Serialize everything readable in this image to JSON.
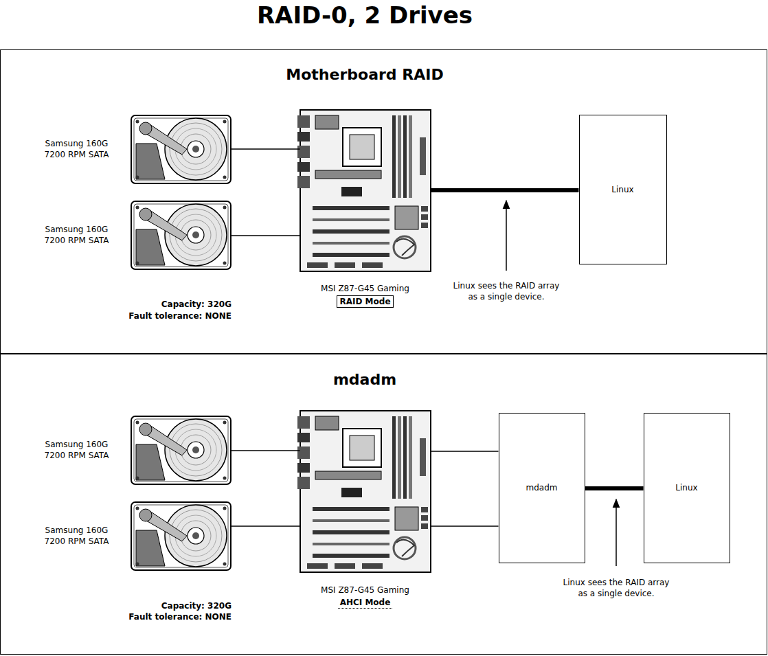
{
  "diagram": {
    "title": "RAID-0, 2 Drives",
    "nodes": [
      {
        "text": [
          "Motherboard RAID"
        ]
      },
      {
        "text": [
          "Samsung 160G 7200 RPM SATA"
        ],
        "in": 0
      },
      {
        "text": [
          "Samsung 160G 7200 RPM SATA"
        ],
        "in": 0
      },
      {
        "text": [
          "MSI Z87-G45 Gaming",
          "RAID Mode"
        ],
        "in": 0
      },
      {
        "text": [
          "Linux"
        ],
        "in": 0
      },
      {
        "text": [
          "mdadm"
        ]
      },
      {
        "text": [
          "Samsung 160G 7200 RPM SATA"
        ],
        "in": 5
      },
      {
        "text": [
          "Samsung 160G 7200 RPM SATA"
        ],
        "in": 5
      },
      {
        "text": [
          "MSI Z87-G45 Gaming",
          "AHCI Mode"
        ],
        "in": 5
      },
      {
        "text": [
          "mdadm"
        ],
        "in": 5
      },
      {
        "text": [
          "Linux"
        ],
        "in": 5
      }
    ],
    "edges": [
      {
        "from": 1,
        "to": 3,
        "arrow": "none"
      },
      {
        "from": 2,
        "to": 3,
        "arrow": "none"
      },
      {
        "from": 3,
        "to": 4,
        "arrow": "none"
      },
      {
        "from": 6,
        "to": 8,
        "arrow": "none"
      },
      {
        "from": 7,
        "to": 8,
        "arrow": "none"
      },
      {
        "from": 8,
        "to": 9,
        "arrow": "none"
      },
      {
        "from": 8,
        "to": 9,
        "arrow": "none"
      },
      {
        "from": 9,
        "to": 10,
        "arrow": "none"
      }
    ],
    "labels": [
      "Capacity: 320G",
      "Fault tolerance: NONE",
      "Linux sees the RAID array as a single device.",
      "Capacity: 320G",
      "Fault tolerance: NONE",
      "Linux sees the RAID array as a single device."
    ]
  }
}
